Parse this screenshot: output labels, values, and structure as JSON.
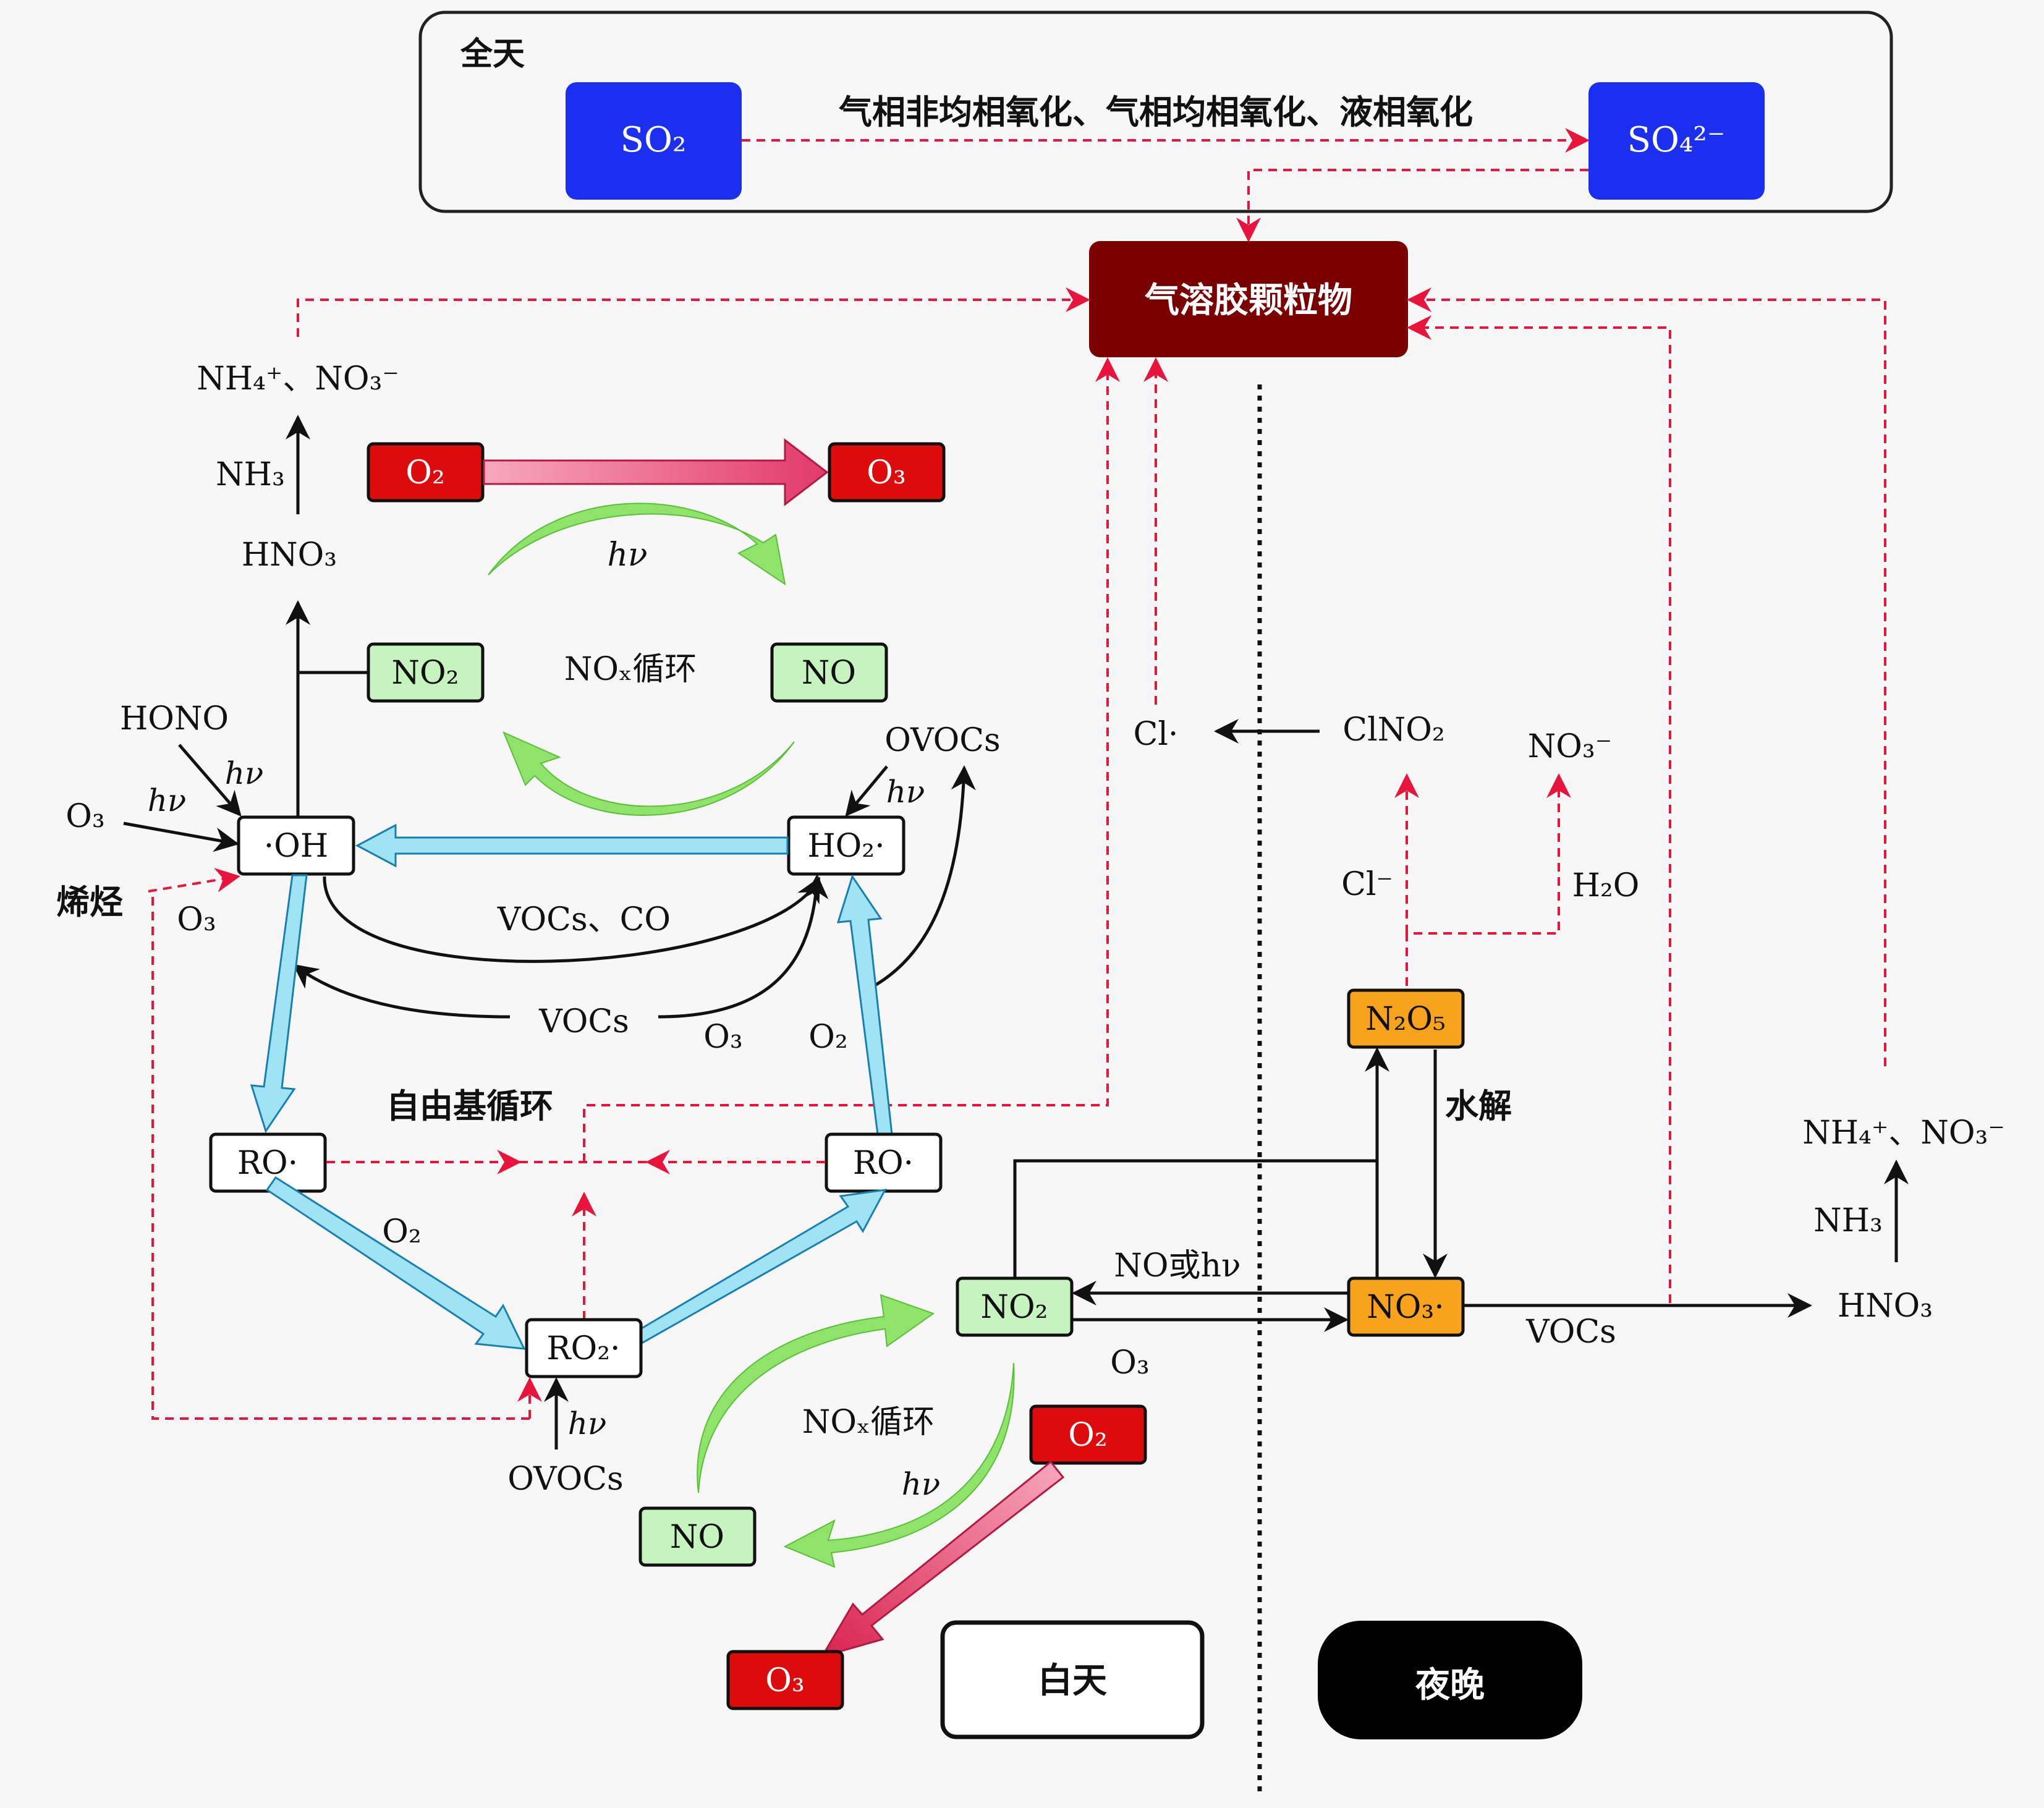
{
  "top_panel": {
    "title": "全天",
    "process": "气相非均相氧化、气相均相氧化、液相氧化"
  },
  "species": {
    "so2": "SO₂",
    "so4": "SO₄²⁻",
    "aerosol": "气溶胶颗粒物",
    "o2_top": "O₂",
    "o3_top": "O₃",
    "no2_top": "NO₂",
    "no_top": "NO",
    "oh": "·OH",
    "ho2": "HO₂·",
    "ro_left": "RO·",
    "ro_right": "RO·",
    "ro2": "RO₂·",
    "no2_bottom": "NO₂",
    "no_bottom": "NO",
    "o2_bottom": "O₂",
    "o3_bottom": "O₃",
    "n2o5": "N₂O₅",
    "no3": "NO₃·"
  },
  "labels": {
    "nh4no3_left": "NH₄⁺、NO₃⁻",
    "nh3_left": "NH₃",
    "hno3_left": "HNO₃",
    "hono": "HONO",
    "hv_hono": "hν",
    "o3_oh": "O₃",
    "hv_o3": "hν",
    "alkene": "烯烃",
    "o3_alkene": "O₃",
    "hv_top": "hν",
    "nox_cycle_top": "NOₓ循环",
    "ovocs_top": "OVOCs",
    "hv_ovocs": "hν",
    "vocs_co": "VOCs、CO",
    "vocs_mid": "VOCs",
    "o3_mid": "O₃",
    "o2_mid": "O₂",
    "radical_cycle": "自由基循环",
    "o2_lower": "O₂",
    "hv_ro2": "hν",
    "ovocs_bottom": "OVOCs",
    "nox_cycle_bottom": "NOₓ循环",
    "hv_bottom": "hν",
    "no_or_hv": "NO或hν",
    "o3_no3": "O₃",
    "vocs_no3": "VOCs",
    "cl_radical": "Cl·",
    "clno2": "ClNO₂",
    "no3_ion": "NO₃⁻",
    "cl_ion": "Cl⁻",
    "h2o": "H₂O",
    "hydrolysis": "水解",
    "nh4no3_right": "NH₄⁺、NO₃⁻",
    "nh3_right": "NH₃",
    "hno3_right": "HNO₃"
  },
  "legend": {
    "day": "白天",
    "night": "夜晚"
  },
  "colors": {
    "blue_box": "#1c2ff0",
    "aerosol_box": "#7a0000",
    "red_box": "#dd0b0b",
    "green_box": "#c6f3c0",
    "orange_box": "#f7a31c",
    "dashed_arrow": "#e8143c",
    "cyan_arrow": "#9fe3f5",
    "green_arrow": "#8fe36a",
    "pink_arrow": "#e8557a"
  }
}
